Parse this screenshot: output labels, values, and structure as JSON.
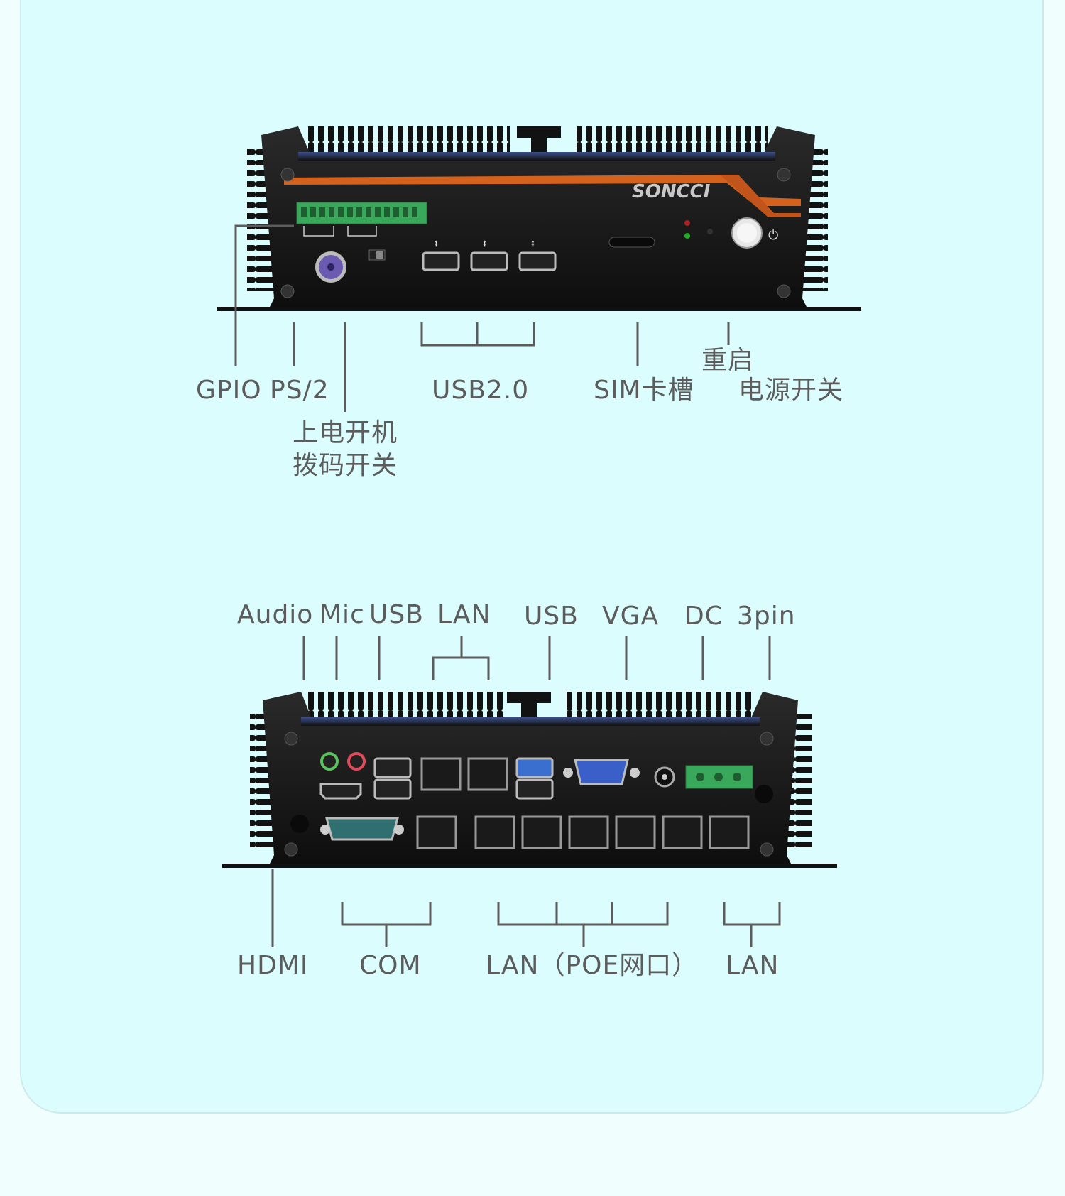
{
  "front_panel": {
    "brand": "SONCCI",
    "labels": {
      "gpio": "GPIO",
      "ps2": "PS/2",
      "power_on_switch_line1": "上电开机",
      "power_on_switch_line2": "拨码开关",
      "usb20": "USB2.0",
      "sim_slot": "SIM卡槽",
      "reset": "重启",
      "power_switch": "电源开关"
    }
  },
  "rear_panel": {
    "top_labels": {
      "audio": "Audio",
      "mic": "Mic",
      "usb_a": "USB",
      "lan_a": "LAN",
      "usb_b": "USB",
      "vga": "VGA",
      "dc": "DC",
      "pin3": "3pin"
    },
    "bottom_labels": {
      "hdmi": "HDMI",
      "com": "COM",
      "lan_poe": "LAN（POE网口）",
      "lan": "LAN"
    }
  },
  "colors": {
    "device_body": "#141414",
    "accent_orange": "#d4621c",
    "gpio_green": "#3aa85a",
    "label_text": "#5c5c5c",
    "vga_blue": "#3a5fc8"
  }
}
